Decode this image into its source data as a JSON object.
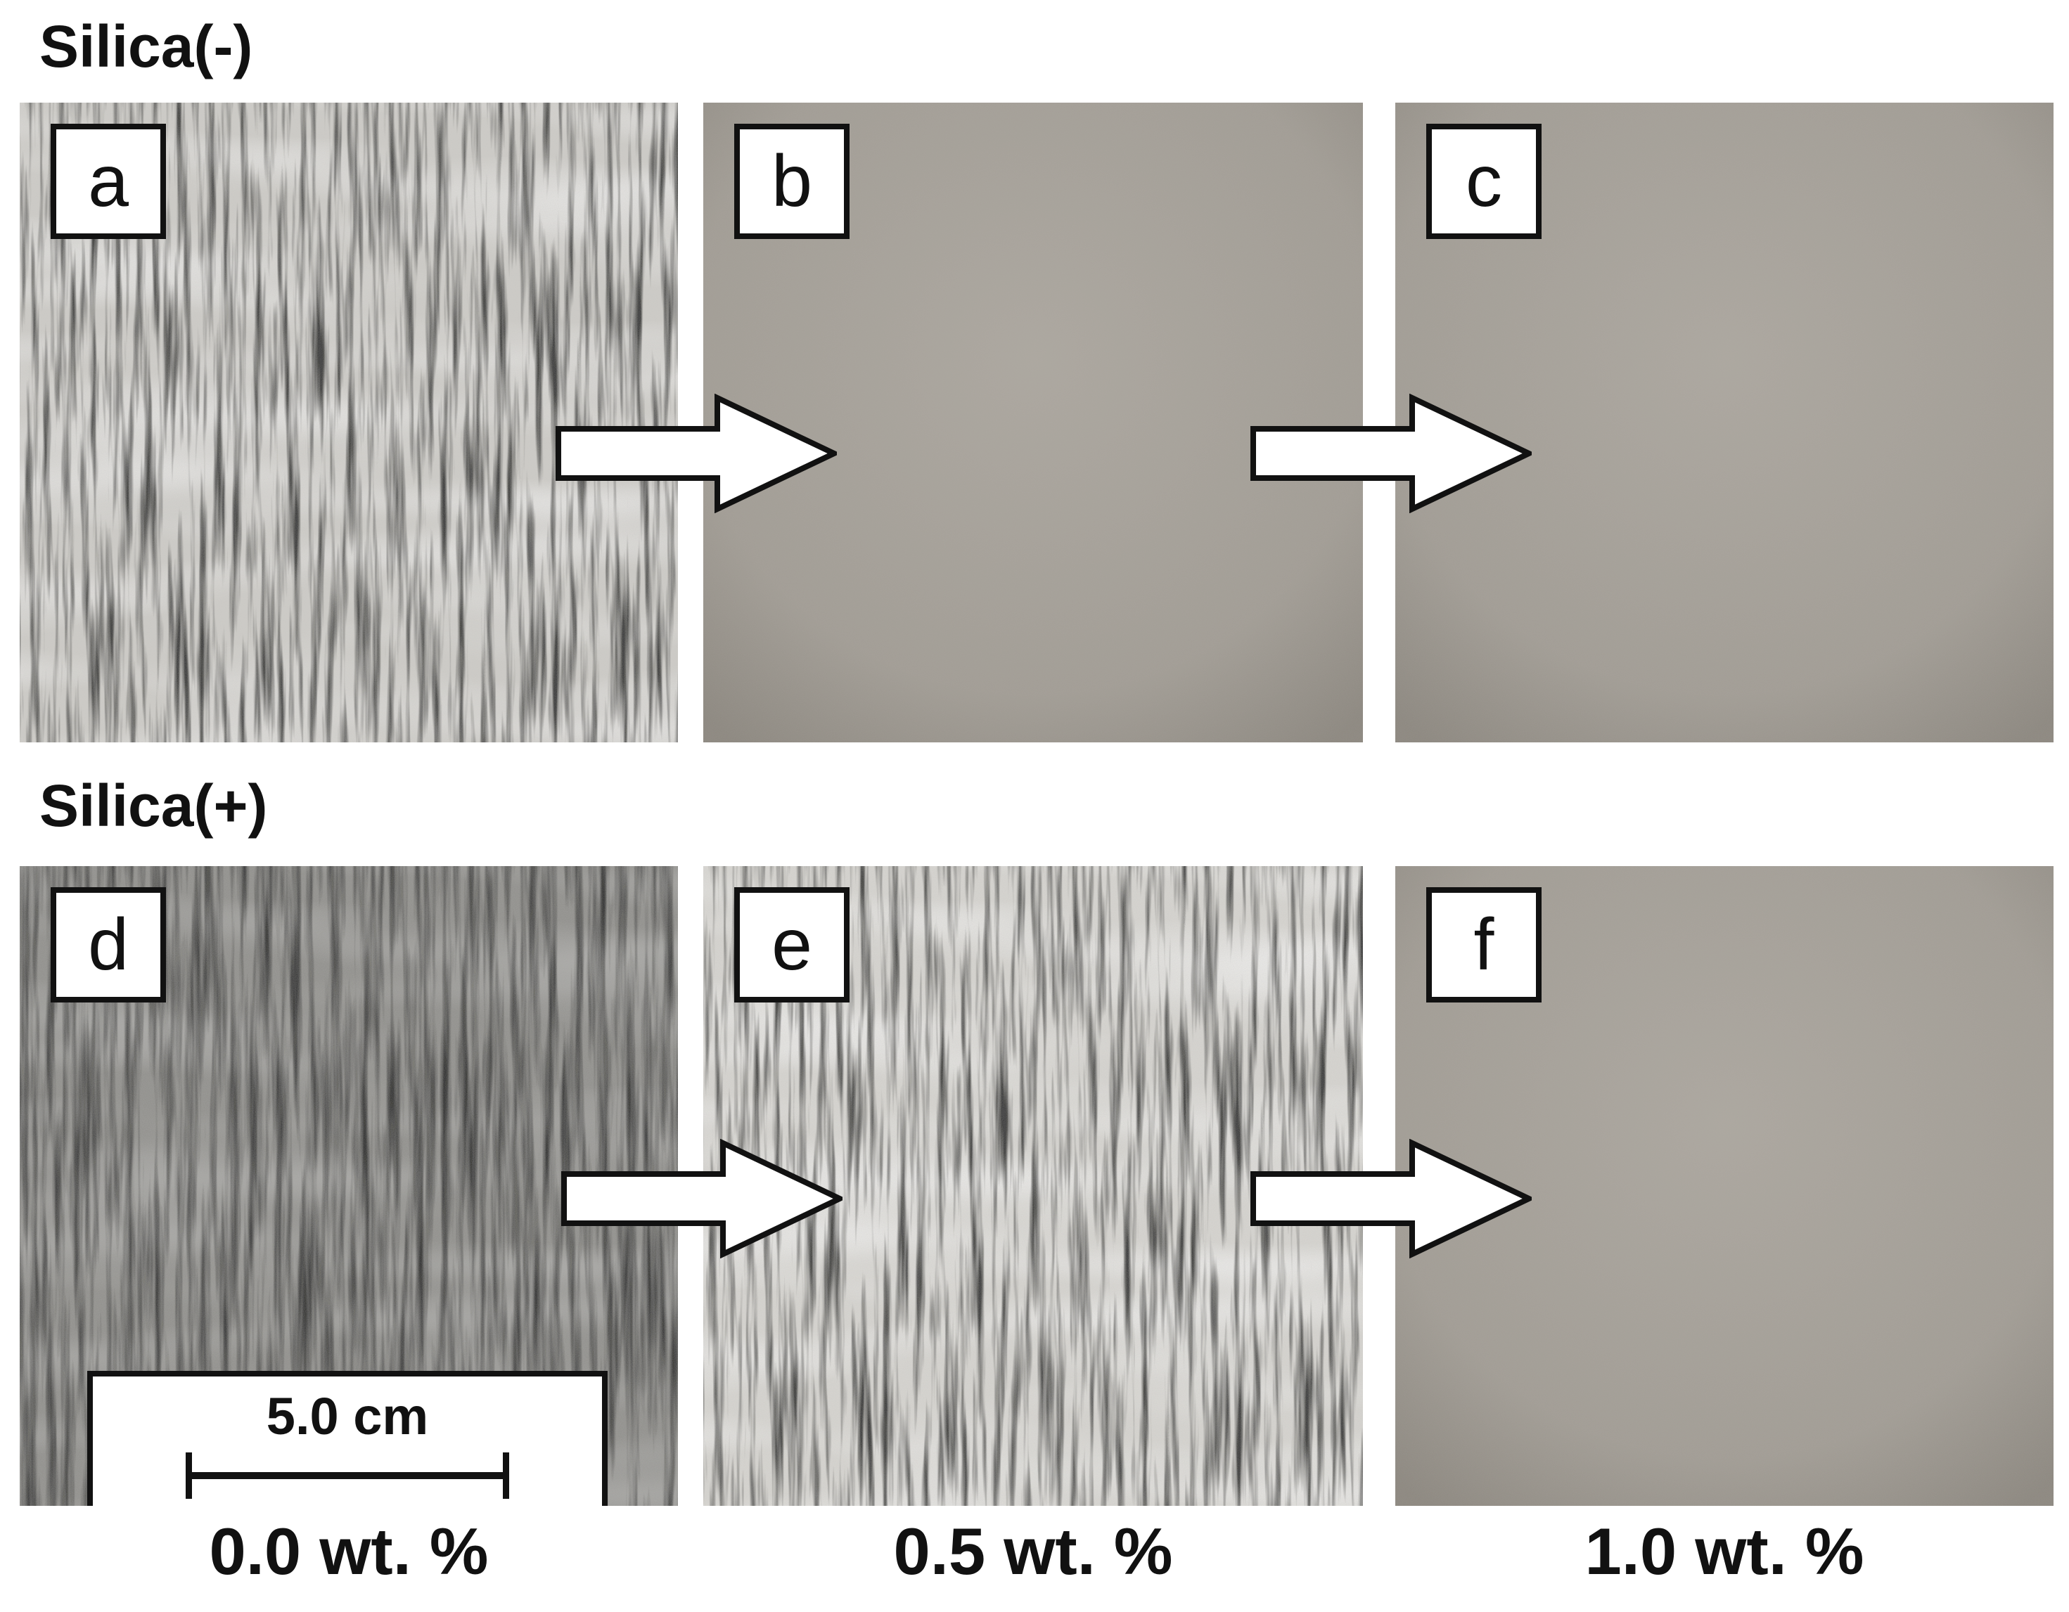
{
  "rows": {
    "top": "Silica(-)",
    "bottom": "Silica(+)"
  },
  "panels": {
    "a": "a",
    "b": "b",
    "c": "c",
    "d": "d",
    "e": "e",
    "f": "f"
  },
  "scale_bar": {
    "label": "5.0 cm"
  },
  "columns": [
    "0.0 wt. %",
    "0.5 wt. %",
    "1.0 wt. %"
  ],
  "colors": {
    "smooth_surface": "#a7a29b",
    "rough_surface_light": "#d9d7d2",
    "rough_surface_dark": "#3a3a38"
  }
}
